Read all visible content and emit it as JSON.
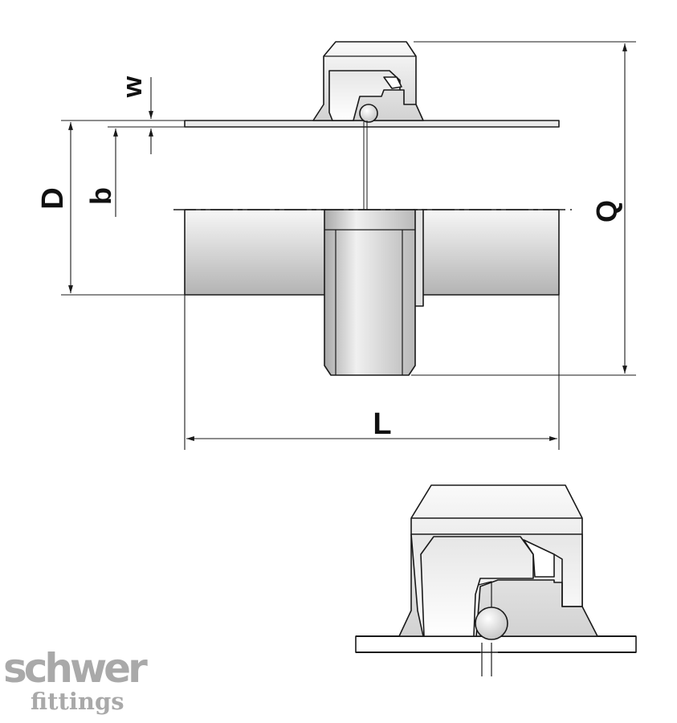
{
  "dimensions": {
    "w": "w",
    "b": "b",
    "D": "D",
    "Q": "Q",
    "L": "L"
  },
  "logo": {
    "main": "schwer",
    "sub": "fittings"
  },
  "colors": {
    "line": "#1a1a1a",
    "fill_light": "#f2f2f2",
    "fill_mid": "#d0d0d0",
    "fill_dark": "#b4b4b4",
    "logo": "#a9a9a9"
  }
}
